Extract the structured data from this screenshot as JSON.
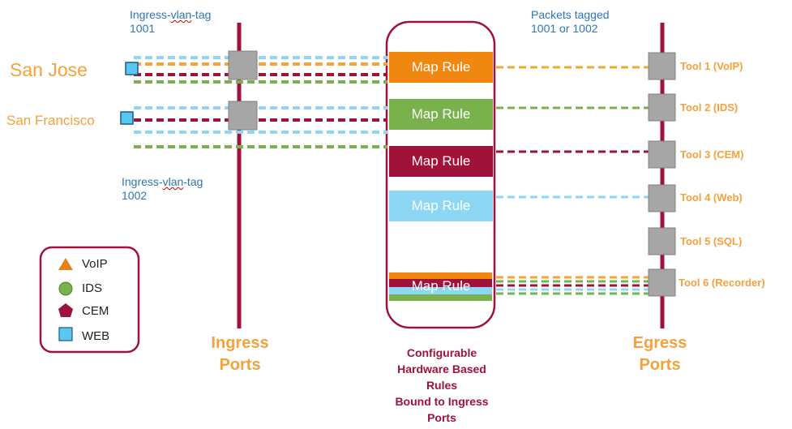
{
  "ingress_tag_top": {
    "line1_a": "Ingress-",
    "line1_b": "vlan",
    "line1_c": "-tag",
    "line2": "1001"
  },
  "ingress_tag_bottom": {
    "line1_a": "Ingress-",
    "line1_b": "vlan",
    "line1_c": "-tag",
    "line2": "1002"
  },
  "packets_tagged": {
    "line1": "Packets tagged",
    "line2": "1001 or 1002"
  },
  "sites": {
    "san_jose": "San Jose",
    "san_francisco": "San Francisco"
  },
  "map_rules": [
    {
      "label": "Map Rule",
      "color": "#f0870f"
    },
    {
      "label": "Map Rule",
      "color": "#79b14d"
    },
    {
      "label": "Map Rule",
      "color": "#a0123a"
    },
    {
      "label": "Map Rule",
      "color": "#8dd7f5"
    },
    {
      "label": "Map Rule",
      "color": "#a0123a"
    }
  ],
  "tools": [
    "Tool 1 (VoIP)",
    "Tool 2 (IDS)",
    "Tool 3 (CEM)",
    "Tool 4 (Web)",
    "Tool 5 (SQL)",
    "Tool 6 (Recorder)"
  ],
  "legend": [
    {
      "label": "VoIP",
      "icon": "triangle-icon",
      "color": "#e77f1b"
    },
    {
      "label": "IDS",
      "icon": "circle-icon",
      "color": "#79b14d"
    },
    {
      "label": "CEM",
      "icon": "pentagon-icon",
      "color": "#a0123a"
    },
    {
      "label": "WEB",
      "icon": "square-icon",
      "color": "#5bc6f0"
    }
  ],
  "ingress_ports": {
    "line1": "Ingress",
    "line2": "Ports"
  },
  "egress_ports": {
    "line1": "Egress",
    "line2": "Ports"
  },
  "configurable": {
    "line1": "Configurable",
    "line2": "Hardware Based",
    "line3": "Rules",
    "line4": "Bound to Ingress",
    "line5": "Ports"
  },
  "colors": {
    "voip": "#f0a830",
    "ids": "#79b14d",
    "cem": "#a0123a",
    "web": "#8dd7f5",
    "port_line": "#a0123a",
    "port_box": "#a6a6a6",
    "site_text": "#f5a13c",
    "blue_text": "#2e75b6"
  }
}
